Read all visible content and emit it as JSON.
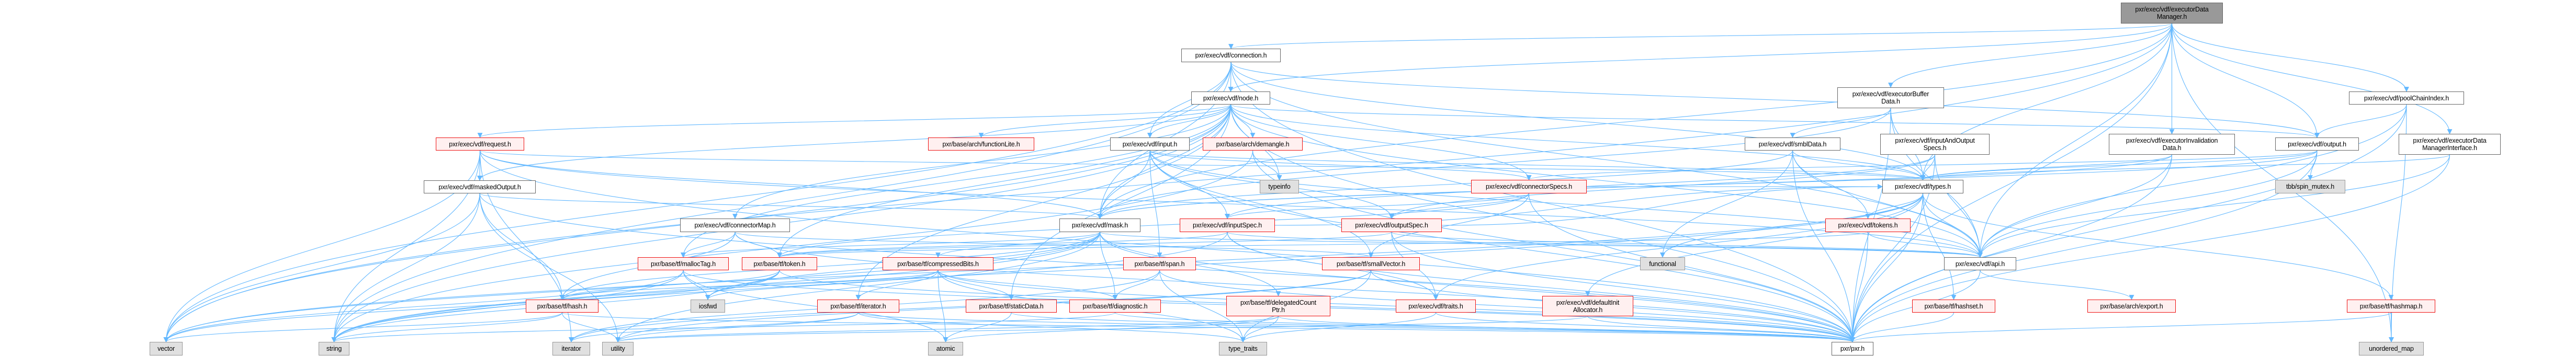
{
  "graph": {
    "title": "pxr/exec/vdf/executorDataManager.h include dependency graph",
    "colors": {
      "edge": "#63b8ff",
      "red_border": "#ee1111",
      "red_fill": "#fff0f0",
      "gray_fill": "#e0e0e0",
      "root_fill": "#999999"
    },
    "nodes": {
      "executorDataManager": {
        "label": "pxr/exec/vdf/executorData\nManager.h",
        "kind": "root"
      },
      "connection": {
        "label": "pxr/exec/vdf/connection.h",
        "kind": "white"
      },
      "node": {
        "label": "pxr/exec/vdf/node.h",
        "kind": "white"
      },
      "executorBufferData": {
        "label": "pxr/exec/vdf/executorBuffer\nData.h",
        "kind": "white"
      },
      "poolChainIndex": {
        "label": "pxr/exec/vdf/poolChainIndex.h",
        "kind": "white"
      },
      "request": {
        "label": "pxr/exec/vdf/request.h",
        "kind": "red"
      },
      "functionLite": {
        "label": "pxr/base/arch/functionLite.h",
        "kind": "red"
      },
      "input": {
        "label": "pxr/exec/vdf/input.h",
        "kind": "white"
      },
      "demangle": {
        "label": "pxr/base/arch/demangle.h",
        "kind": "red"
      },
      "smblData": {
        "label": "pxr/exec/vdf/smblData.h",
        "kind": "white"
      },
      "inputAndOutputSpecs": {
        "label": "pxr/exec/vdf/inputAndOutput\nSpecs.h",
        "kind": "white"
      },
      "executorInvalidationData": {
        "label": "pxr/exec/vdf/executorInvalidation\nData.h",
        "kind": "white"
      },
      "output": {
        "label": "pxr/exec/vdf/output.h",
        "kind": "white"
      },
      "executorDataManagerInterface": {
        "label": "pxr/exec/vdf/executorData\nManagerInterface.h",
        "kind": "white"
      },
      "maskedOutput": {
        "label": "pxr/exec/vdf/maskedOutput.h",
        "kind": "white"
      },
      "typeinfo": {
        "label": "typeinfo",
        "kind": "gray"
      },
      "connectorSpecs": {
        "label": "pxr/exec/vdf/connectorSpecs.h",
        "kind": "red"
      },
      "types": {
        "label": "pxr/exec/vdf/types.h",
        "kind": "white"
      },
      "spinMutex": {
        "label": "tbb/spin_mutex.h",
        "kind": "gray"
      },
      "connectorMap": {
        "label": "pxr/exec/vdf/connectorMap.h",
        "kind": "white"
      },
      "mask": {
        "label": "pxr/exec/vdf/mask.h",
        "kind": "white"
      },
      "inputSpec": {
        "label": "pxr/exec/vdf/inputSpec.h",
        "kind": "red"
      },
      "outputSpec": {
        "label": "pxr/exec/vdf/outputSpec.h",
        "kind": "red"
      },
      "tokens": {
        "label": "pxr/exec/vdf/tokens.h",
        "kind": "red"
      },
      "mallocTag": {
        "label": "pxr/base/tf/mallocTag.h",
        "kind": "red"
      },
      "token": {
        "label": "pxr/base/tf/token.h",
        "kind": "red"
      },
      "compressedBits": {
        "label": "pxr/base/tf/compressedBits.h",
        "kind": "red"
      },
      "span": {
        "label": "pxr/base/tf/span.h",
        "kind": "red"
      },
      "smallVector": {
        "label": "pxr/base/tf/smallVector.h",
        "kind": "red"
      },
      "functional": {
        "label": "functional",
        "kind": "gray"
      },
      "api": {
        "label": "pxr/exec/vdf/api.h",
        "kind": "white"
      },
      "hash": {
        "label": "pxr/base/tf/hash.h",
        "kind": "red"
      },
      "iosfwd": {
        "label": "iosfwd",
        "kind": "gray"
      },
      "iteratorH": {
        "label": "pxr/base/tf/iterator.h",
        "kind": "red"
      },
      "staticData": {
        "label": "pxr/base/tf/staticData.h",
        "kind": "red"
      },
      "diagnostic": {
        "label": "pxr/base/tf/diagnostic.h",
        "kind": "red"
      },
      "delegatedCountPtr": {
        "label": "pxr/base/tf/delegatedCount\nPtr.h",
        "kind": "red"
      },
      "traits": {
        "label": "pxr/exec/vdf/traits.h",
        "kind": "red"
      },
      "defaultInitAllocator": {
        "label": "pxr/exec/vdf/defaultInit\nAllocator.h",
        "kind": "red"
      },
      "hashset": {
        "label": "pxr/base/tf/hashset.h",
        "kind": "red"
      },
      "export": {
        "label": "pxr/base/arch/export.h",
        "kind": "red"
      },
      "hashmap": {
        "label": "pxr/base/tf/hashmap.h",
        "kind": "red"
      },
      "vector": {
        "label": "vector",
        "kind": "gray"
      },
      "string": {
        "label": "string",
        "kind": "gray"
      },
      "iterator": {
        "label": "iterator",
        "kind": "gray"
      },
      "utility": {
        "label": "utility",
        "kind": "gray"
      },
      "atomic": {
        "label": "atomic",
        "kind": "gray"
      },
      "type_traits": {
        "label": "type_traits",
        "kind": "gray"
      },
      "pxr": {
        "label": "pxr/pxr.h",
        "kind": "white"
      },
      "unordered_map": {
        "label": "unordered_map",
        "kind": "gray"
      }
    },
    "edges": [
      [
        "executorDataManager",
        "connection"
      ],
      [
        "executorDataManager",
        "node"
      ],
      [
        "executorDataManager",
        "executorBufferData"
      ],
      [
        "executorDataManager",
        "executorInvalidationData"
      ],
      [
        "executorDataManager",
        "output"
      ],
      [
        "executorDataManager",
        "poolChainIndex"
      ],
      [
        "executorDataManager",
        "executorDataManagerInterface"
      ],
      [
        "executorDataManager",
        "types"
      ],
      [
        "executorDataManager",
        "mask"
      ],
      [
        "executorDataManager",
        "api"
      ],
      [
        "executorDataManager",
        "pxr"
      ],
      [
        "executorDataManager",
        "unordered_map"
      ],
      [
        "executorDataManager",
        "vector"
      ],
      [
        "connection",
        "node"
      ],
      [
        "connection",
        "input"
      ],
      [
        "connection",
        "mask"
      ],
      [
        "connection",
        "output"
      ],
      [
        "connection",
        "api"
      ],
      [
        "connection",
        "types"
      ],
      [
        "connection",
        "pxr"
      ],
      [
        "connection",
        "vector"
      ],
      [
        "connection",
        "string"
      ],
      [
        "node",
        "input"
      ],
      [
        "node",
        "demangle"
      ],
      [
        "node",
        "typeinfo"
      ],
      [
        "node",
        "connectorSpecs"
      ],
      [
        "node",
        "request"
      ],
      [
        "node",
        "maskedOutput"
      ],
      [
        "node",
        "functionLite"
      ],
      [
        "node",
        "mallocTag"
      ],
      [
        "node",
        "token"
      ],
      [
        "node",
        "connectorMap"
      ],
      [
        "node",
        "mask"
      ],
      [
        "node",
        "output"
      ],
      [
        "node",
        "api"
      ],
      [
        "node",
        "types"
      ],
      [
        "node",
        "pxr"
      ],
      [
        "node",
        "vector"
      ],
      [
        "node",
        "string"
      ],
      [
        "node",
        "iteratorH"
      ],
      [
        "node",
        "staticData"
      ],
      [
        "input",
        "mask"
      ],
      [
        "input",
        "inputSpec"
      ],
      [
        "input",
        "span"
      ],
      [
        "input",
        "connectorSpecs"
      ],
      [
        "input",
        "smallVector"
      ],
      [
        "input",
        "api"
      ],
      [
        "input",
        "pxr"
      ],
      [
        "input",
        "types"
      ],
      [
        "input",
        "outputSpec"
      ],
      [
        "request",
        "maskedOutput"
      ],
      [
        "request",
        "mask"
      ],
      [
        "request",
        "vector"
      ],
      [
        "request",
        "string"
      ],
      [
        "request",
        "iterator"
      ],
      [
        "request",
        "types"
      ],
      [
        "request",
        "api"
      ],
      [
        "request",
        "pxr"
      ],
      [
        "maskedOutput",
        "mask"
      ],
      [
        "maskedOutput",
        "hash"
      ],
      [
        "maskedOutput",
        "utility"
      ],
      [
        "maskedOutput",
        "vector"
      ],
      [
        "maskedOutput",
        "string"
      ],
      [
        "maskedOutput",
        "pxr"
      ],
      [
        "connectorMap",
        "token"
      ],
      [
        "connectorMap",
        "mallocTag"
      ],
      [
        "connectorMap",
        "hash"
      ],
      [
        "connectorMap",
        "smallVector"
      ],
      [
        "connectorMap",
        "pxr"
      ],
      [
        "mask",
        "compressedBits"
      ],
      [
        "mask",
        "diagnostic"
      ],
      [
        "mask",
        "delegatedCountPtr"
      ],
      [
        "mask",
        "hash"
      ],
      [
        "mask",
        "mallocTag"
      ],
      [
        "mask",
        "api"
      ],
      [
        "mask",
        "pxr"
      ],
      [
        "mask",
        "utility"
      ],
      [
        "mask",
        "vector"
      ],
      [
        "mask",
        "string"
      ],
      [
        "mask",
        "iosfwd"
      ],
      [
        "compressedBits",
        "iteratorH"
      ],
      [
        "compressedBits",
        "staticData"
      ],
      [
        "compressedBits",
        "diagnostic"
      ],
      [
        "compressedBits",
        "hash"
      ],
      [
        "compressedBits",
        "atomic"
      ],
      [
        "compressedBits",
        "pxr"
      ],
      [
        "compressedBits",
        "type_traits"
      ],
      [
        "compressedBits",
        "iosfwd"
      ],
      [
        "mallocTag",
        "iosfwd"
      ],
      [
        "mallocTag",
        "atomic"
      ],
      [
        "mallocTag",
        "string"
      ],
      [
        "mallocTag",
        "vector"
      ],
      [
        "mallocTag",
        "pxr"
      ],
      [
        "token",
        "hash"
      ],
      [
        "token",
        "iosfwd"
      ],
      [
        "token",
        "string"
      ],
      [
        "token",
        "vector"
      ],
      [
        "token",
        "pxr"
      ],
      [
        "demangle",
        "typeinfo"
      ],
      [
        "demangle",
        "string"
      ],
      [
        "demangle",
        "pxr"
      ],
      [
        "span",
        "diagnostic"
      ],
      [
        "span",
        "type_traits"
      ],
      [
        "span",
        "iterator"
      ],
      [
        "span",
        "pxr"
      ],
      [
        "smallVector",
        "type_traits"
      ],
      [
        "smallVector",
        "pxr"
      ],
      [
        "smallVector",
        "iterator"
      ],
      [
        "smallVector",
        "utility"
      ],
      [
        "delegatedCountPtr",
        "type_traits"
      ],
      [
        "delegatedCountPtr",
        "utility"
      ],
      [
        "delegatedCountPtr",
        "atomic"
      ],
      [
        "delegatedCountPtr",
        "pxr"
      ],
      [
        "traits",
        "type_traits"
      ],
      [
        "traits",
        "pxr"
      ],
      [
        "defaultInitAllocator",
        "pxr"
      ],
      [
        "defaultInitAllocator",
        "utility"
      ],
      [
        "connectorSpecs",
        "inputSpec"
      ],
      [
        "connectorSpecs",
        "outputSpec"
      ],
      [
        "connectorSpecs",
        "smallVector"
      ],
      [
        "connectorSpecs",
        "token"
      ],
      [
        "connectorSpecs",
        "types"
      ],
      [
        "connectorSpecs",
        "pxr"
      ],
      [
        "inputSpec",
        "traits"
      ],
      [
        "inputSpec",
        "token"
      ],
      [
        "inputSpec",
        "types"
      ],
      [
        "inputSpec",
        "api"
      ],
      [
        "inputSpec",
        "pxr"
      ],
      [
        "inputSpec",
        "string"
      ],
      [
        "outputSpec",
        "traits"
      ],
      [
        "outputSpec",
        "token"
      ],
      [
        "outputSpec",
        "types"
      ],
      [
        "outputSpec",
        "api"
      ],
      [
        "outputSpec",
        "pxr"
      ],
      [
        "types",
        "api"
      ],
      [
        "types",
        "defaultInitAllocator"
      ],
      [
        "types",
        "functional"
      ],
      [
        "types",
        "hashset"
      ],
      [
        "types",
        "traits"
      ],
      [
        "types",
        "pxr"
      ],
      [
        "types",
        "vector"
      ],
      [
        "types",
        "string"
      ],
      [
        "tokens",
        "api"
      ],
      [
        "tokens",
        "pxr"
      ],
      [
        "tokens",
        "token"
      ],
      [
        "api",
        "export"
      ],
      [
        "api",
        "pxr"
      ],
      [
        "hashset",
        "pxr"
      ],
      [
        "hashmap",
        "unordered_map"
      ],
      [
        "hashmap",
        "pxr"
      ],
      [
        "hash",
        "utility"
      ],
      [
        "hash",
        "string"
      ],
      [
        "hash",
        "vector"
      ],
      [
        "hash",
        "pxr"
      ],
      [
        "iteratorH",
        "iterator"
      ],
      [
        "iteratorH",
        "utility"
      ],
      [
        "iteratorH",
        "type_traits"
      ],
      [
        "iteratorH",
        "pxr"
      ],
      [
        "staticData",
        "atomic"
      ],
      [
        "staticData",
        "pxr"
      ],
      [
        "diagnostic",
        "pxr"
      ],
      [
        "diagnostic",
        "string"
      ],
      [
        "output",
        "spinMutex"
      ],
      [
        "output",
        "types"
      ],
      [
        "output",
        "api"
      ],
      [
        "output",
        "pxr"
      ],
      [
        "output",
        "connectorSpecs"
      ],
      [
        "output",
        "mask"
      ],
      [
        "poolChainIndex",
        "output"
      ],
      [
        "poolChainIndex",
        "api"
      ],
      [
        "poolChainIndex",
        "pxr"
      ],
      [
        "poolChainIndex",
        "unordered_map"
      ],
      [
        "executorBufferData",
        "smblData"
      ],
      [
        "executorBufferData",
        "api"
      ],
      [
        "executorBufferData",
        "types"
      ],
      [
        "executorBufferData",
        "pxr"
      ],
      [
        "executorBufferData",
        "mask"
      ],
      [
        "smblData",
        "types"
      ],
      [
        "smblData",
        "functional"
      ],
      [
        "smblData",
        "api"
      ],
      [
        "smblData",
        "pxr"
      ],
      [
        "smblData",
        "mask"
      ],
      [
        "smblData",
        "tokens"
      ],
      [
        "inputAndOutputSpecs",
        "types"
      ],
      [
        "inputAndOutputSpecs",
        "api"
      ],
      [
        "inputAndOutputSpecs",
        "inputSpec"
      ],
      [
        "inputAndOutputSpecs",
        "outputSpec"
      ],
      [
        "inputAndOutputSpecs",
        "pxr"
      ],
      [
        "executorInvalidationData",
        "types"
      ],
      [
        "executorInvalidationData",
        "api"
      ],
      [
        "executorInvalidationData",
        "pxr"
      ],
      [
        "executorInvalidationData",
        "mask"
      ],
      [
        "executorDataManagerInterface",
        "types"
      ],
      [
        "executorDataManagerInterface",
        "pxr"
      ],
      [
        "executorDataManagerInterface",
        "api"
      ],
      [
        "types",
        "hashmap"
      ],
      [
        "types",
        "tokens"
      ]
    ]
  }
}
